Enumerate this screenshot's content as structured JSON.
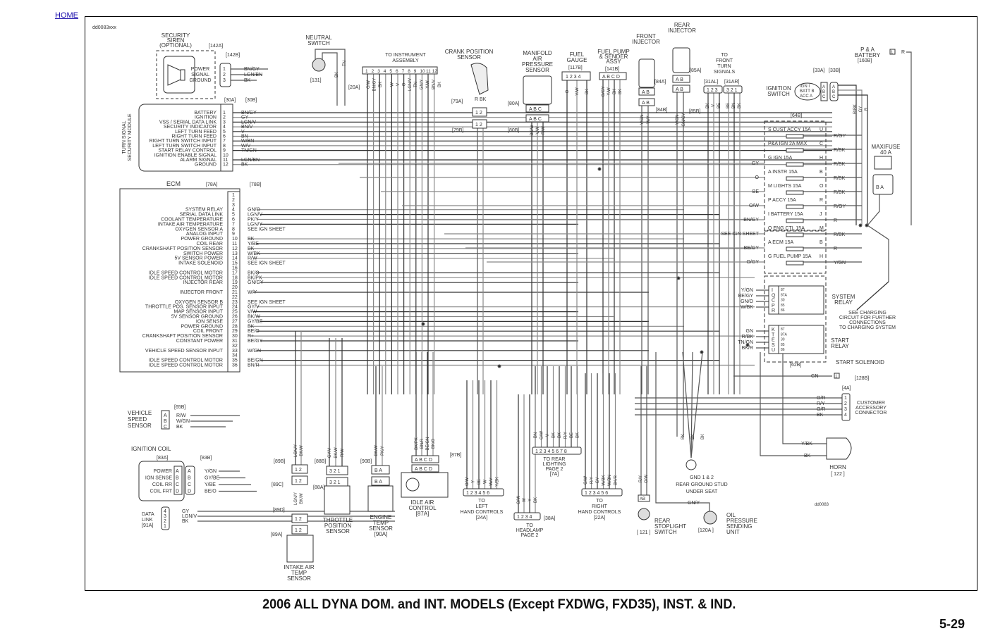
{
  "nav": {
    "home_link": "HOME"
  },
  "doc_id": "dd0083xxx",
  "doc_id_bottom": "dd0083",
  "footer": {
    "title": "2006 ALL DYNA DOM. and INT. MODELS (Except FXDWG, FXD35), INST. & IND.",
    "page_number": "5-29"
  },
  "security_siren": {
    "title": [
      "SECURITY",
      "SIREN",
      "(OPTIONAL)"
    ],
    "conn_a": "[142A]",
    "conn_b": "[142B]",
    "pins": [
      {
        "num": "1",
        "func": "POWER",
        "wire": "BN/GY"
      },
      {
        "num": "2",
        "func": "SIGNAL",
        "wire": "LGN/BN"
      },
      {
        "num": "3",
        "func": "GROUND",
        "wire": "BK"
      }
    ]
  },
  "tssm": {
    "title": [
      "TURN SIGNAL",
      "SECURITY MODULE"
    ],
    "conn_a": "[30A]",
    "conn_b": "[30B]",
    "pins": [
      {
        "num": "1",
        "func": "BATTERY",
        "wire": "BN/GY"
      },
      {
        "num": "2",
        "func": "IGNITION",
        "wire": "GY"
      },
      {
        "num": "3",
        "func": "VSS / SERIAL DATA LINK",
        "wire": "LGN/V"
      },
      {
        "num": "4",
        "func": "SECURITY INDICATOR",
        "wire": "BN/V"
      },
      {
        "num": "5",
        "func": "LEFT TURN FEED",
        "wire": "V"
      },
      {
        "num": "6",
        "func": "RIGHT TURN FEED",
        "wire": "BN"
      },
      {
        "num": "7",
        "func": "RIGHT TURN SWITCH INPUT",
        "wire": "W/BN"
      },
      {
        "num": "8",
        "func": "LEFT TURN SWITCH INPUT",
        "wire": "W/V"
      },
      {
        "num": "9",
        "func": "START RELAY CONTROL",
        "wire": "TN/GN"
      },
      {
        "num": "10",
        "func": "IGNITION ENABLE SIGNAL",
        "wire": ""
      },
      {
        "num": "11",
        "func": "ALARM SIGNAL",
        "wire": "LGN/BN"
      },
      {
        "num": "12",
        "func": "GROUND",
        "wire": "BK"
      }
    ]
  },
  "ecm": {
    "title": "ECM",
    "conn_a": "[78A]",
    "conn_b": "[78B]",
    "pins": [
      {
        "num": "1",
        "func": "",
        "wire": ""
      },
      {
        "num": "2",
        "func": "",
        "wire": ""
      },
      {
        "num": "3",
        "func": "",
        "wire": ""
      },
      {
        "num": "4",
        "func": "SYSTEM RELAY",
        "wire": "GN/O"
      },
      {
        "num": "5",
        "func": "SERIAL DATA LINK",
        "wire": "LGN/V"
      },
      {
        "num": "6",
        "func": "COOLANT TEMPERATURE",
        "wire": "PK/Y"
      },
      {
        "num": "7",
        "func": "INTAKE AIR TEMPERATURE",
        "wire": "LGN/Y"
      },
      {
        "num": "8",
        "func": "OXYGEN SENSOR A",
        "wire": "SEE IGN SHEET"
      },
      {
        "num": "9",
        "func": "ANALOG INPUT",
        "wire": ""
      },
      {
        "num": "10",
        "func": "POWER GROUND",
        "wire": "BK"
      },
      {
        "num": "11",
        "func": "COIL REAR",
        "wire": "Y/BE"
      },
      {
        "num": "12",
        "func": "CRANKSHAFT POSITION SENSOR",
        "wire": "BK"
      },
      {
        "num": "13",
        "func": "SWITCH POWER",
        "wire": "W/BK"
      },
      {
        "num": "14",
        "func": "5V SENSOR POWER",
        "wire": "R/W"
      },
      {
        "num": "15",
        "func": "INTAKE SOLENOID",
        "wire": "SEE IGN SHEET"
      },
      {
        "num": "16",
        "func": "",
        "wire": ""
      },
      {
        "num": "17",
        "func": "IDLE SPEED CONTROL MOTOR",
        "wire": "BK/O"
      },
      {
        "num": "18",
        "func": "IDLE SPEED CONTROL MOTOR",
        "wire": "BK/PK"
      },
      {
        "num": "19",
        "func": "INJECTOR REAR",
        "wire": "GN/GY"
      },
      {
        "num": "20",
        "func": "",
        "wire": ""
      },
      {
        "num": "21",
        "func": "INJECTOR FRONT",
        "wire": "W/Y"
      },
      {
        "num": "22",
        "func": "",
        "wire": ""
      },
      {
        "num": "23",
        "func": "OXYGEN SENSOR B",
        "wire": "SEE IGN SHEET"
      },
      {
        "num": "24",
        "func": "THROTTLE POS. SENSOR INPUT",
        "wire": "GY/V"
      },
      {
        "num": "25",
        "func": "MAP SENSOR INPUT",
        "wire": "V/W"
      },
      {
        "num": "26",
        "func": "5V SENSOR GROUND",
        "wire": "BK/W"
      },
      {
        "num": "27",
        "func": "ION SENSE",
        "wire": "GY/BE"
      },
      {
        "num": "28",
        "func": "POWER GROUND",
        "wire": "BK"
      },
      {
        "num": "29",
        "func": "COIL FRONT",
        "wire": "BE/O"
      },
      {
        "num": "30",
        "func": "CRANKSHAFT POSITION SENSOR",
        "wire": "R+"
      },
      {
        "num": "31",
        "func": "CONSTANT POWER",
        "wire": "BE/GY"
      },
      {
        "num": "32",
        "func": "",
        "wire": ""
      },
      {
        "num": "33",
        "func": "VEHICLE SPEED SENSOR INPUT",
        "wire": "W/GN"
      },
      {
        "num": "34",
        "func": "",
        "wire": ""
      },
      {
        "num": "35",
        "func": "IDLE SPEED CONTROL MOTOR",
        "wire": "BE/GN"
      },
      {
        "num": "36",
        "func": "IDLE SPEED CONTROL MOTOR",
        "wire": "BN/R"
      }
    ]
  },
  "vss": {
    "title": [
      "VEHICLE",
      "SPEED",
      "SENSOR"
    ],
    "conn": "[65B]",
    "pins": [
      {
        "num": "A",
        "wire": "R/W"
      },
      {
        "num": "B",
        "wire": "W/GN"
      },
      {
        "num": "C",
        "wire": "BK"
      }
    ]
  },
  "ignition_coil": {
    "title": "IGNITION COIL",
    "conn_a": "[83A]",
    "conn_b": "[83B]",
    "pins": [
      {
        "num": "A",
        "func": "POWER",
        "wire": "Y/GN"
      },
      {
        "num": "B",
        "func": "ION SENSE",
        "wire": "GY/BE"
      },
      {
        "num": "C",
        "func": "COIL RR",
        "wire": "Y/BE"
      },
      {
        "num": "D",
        "func": "COIL FRT",
        "wire": "BE/O"
      }
    ]
  },
  "data_link": {
    "title": [
      "DATA",
      "LINK",
      "[91A]"
    ],
    "pins": [
      {
        "num": "4",
        "wire": "GY"
      },
      {
        "num": "3",
        "wire": "LGN/V"
      },
      {
        "num": "2",
        "wire": "BK"
      },
      {
        "num": "1",
        "wire": ""
      }
    ]
  },
  "neutral_switch": {
    "title": [
      "NEUTRAL",
      "SWITCH"
    ],
    "ref": "[131]",
    "wires": [
      "TN",
      "BK"
    ]
  },
  "instrument": {
    "title": [
      "TO INSTRUMENT",
      "ASSEMBLY"
    ],
    "conn": "[20A]",
    "pins": [
      "1",
      "2",
      "3",
      "4",
      "5",
      "6",
      "7",
      "8",
      "9",
      "10",
      "11",
      "12"
    ],
    "wires": [
      "O/W",
      "BN/GY",
      "BK",
      "",
      "W",
      "V",
      "O",
      "LGN/V",
      "TN",
      "GN/Y",
      "Y/W",
      "BN/V",
      "BK"
    ]
  },
  "crank_sensor": {
    "title": [
      "CRANK POSITION",
      "SENSOR"
    ],
    "conn_a": "[79A]",
    "conn_b": "[79B]",
    "pins": [
      "1",
      "2"
    ],
    "wires": [
      "R",
      "BK"
    ]
  },
  "map_sensor": {
    "title": [
      "MANIFOLD",
      "AIR",
      "PRESSURE",
      "SENSOR"
    ],
    "conn_a": "[80A]",
    "conn_b": "[80B]",
    "pins": [
      "A",
      "B",
      "C"
    ],
    "wires": [
      "BK/W",
      "V/W",
      "R/W"
    ]
  },
  "fuel_gauge": {
    "title": [
      "FUEL",
      "GAUGE"
    ],
    "conn": "[117B]",
    "pins": [
      "1",
      "2",
      "3",
      "4"
    ],
    "wires": [
      "O",
      "V/W",
      "BK"
    ]
  },
  "fuel_pump": {
    "title": [
      "FUEL PUMP",
      "& SENDER",
      "ASSY"
    ],
    "conn": "[141B]",
    "pins": [
      "A",
      "B",
      "C",
      "D"
    ],
    "wires": [
      "O/GY",
      "Y/W",
      "BK",
      "BK"
    ]
  },
  "front_injector": {
    "title": [
      "FRONT",
      "INJECTOR"
    ],
    "conn_a": "[84A]",
    "conn_b": "[84B]",
    "pins": [
      "A",
      "B"
    ],
    "wires": [
      "Y/GN",
      "W/Y"
    ]
  },
  "rear_injector": {
    "title": [
      "REAR",
      "INJECTOR"
    ],
    "conn_a": "[85A]",
    "conn_b": "[85B]",
    "pins": [
      "A",
      "B"
    ],
    "wires": [
      "Y/GN",
      "GN/GY"
    ]
  },
  "front_turn": {
    "title": [
      "TO",
      "FRONT",
      "TURN",
      "SIGNALS"
    ],
    "conn_l": "[31AL]",
    "conn_r": "[31AR]",
    "pins_l": [
      "1",
      "2",
      "3"
    ],
    "pins_r": [
      "3",
      "2",
      "1"
    ],
    "wires": [
      "BK",
      "V",
      "BE",
      "BE",
      "BN",
      "BK"
    ]
  },
  "ignition_switch": {
    "title": [
      "IGNITION",
      "SWITCH"
    ],
    "conn_a": "[33A]",
    "conn_b": "[33B]",
    "labels": [
      "IGN I",
      "BATT B",
      "ACC A"
    ],
    "pins": [
      "A",
      "B",
      "C"
    ],
    "wires": [
      "R/BK",
      "GY",
      "R"
    ]
  },
  "pa_battery": {
    "title": [
      "P & A",
      "BATTERY"
    ],
    "conn": "[160B]",
    "pin": "1",
    "wire": "R"
  },
  "fuse_block": {
    "conn": "[64B]",
    "fuses": [
      {
        "in": "S",
        "name": "CUST ACCY",
        "rating": "15A",
        "out": "U",
        "wire_in": "",
        "wire_out": "R/GY"
      },
      {
        "in": "",
        "name": "P&A IGN",
        "rating": "2A MAX",
        "out": "C",
        "wire_in": "",
        "wire_out": "R/BK"
      },
      {
        "in": "G",
        "name": "IGN",
        "rating": "15A",
        "out": "H",
        "wire_in": "GY",
        "wire_out": "R/BK"
      },
      {
        "in": "A",
        "name": "INSTR",
        "rating": "15A",
        "out": "B",
        "wire_in": "O",
        "wire_out": "R/BK"
      },
      {
        "in": "M",
        "name": "LIGHTS",
        "rating": "15A",
        "out": "O",
        "wire_in": "BE",
        "wire_out": "R/BK"
      },
      {
        "in": "P",
        "name": "ACCY",
        "rating": "15A",
        "out": "R",
        "wire_in": "O/W",
        "wire_out": "R/GY"
      },
      {
        "in": "I",
        "name": "BATTERY",
        "rating": "15A",
        "out": "J",
        "wire_in": "BN/GY",
        "wire_out": "R"
      },
      {
        "in": "O",
        "name": "ENG CTL",
        "rating": "15A",
        "out": "M",
        "wire_in": "SEE IGN SHEET",
        "wire_out": "R/BK"
      },
      {
        "in": "A",
        "name": "ECM",
        "rating": "15A",
        "out": "B",
        "wire_in": "BE/GY",
        "wire_out": "R"
      },
      {
        "in": "G",
        "name": "FUEL PUMP",
        "rating": "15A",
        "out": "H",
        "wire_in": "O/GY",
        "wire_out": "Y/GN"
      }
    ]
  },
  "maxifuse": {
    "title": [
      "MAXIFUSE",
      "40 A"
    ],
    "pins": [
      "B",
      "A"
    ],
    "wire": "R"
  },
  "system_relay": {
    "title": [
      "SYSTEM",
      "RELAY"
    ],
    "pins": [
      "I",
      "Q",
      "C",
      "P",
      "R"
    ],
    "terms": [
      "87",
      "87A",
      "30",
      "85",
      "86"
    ],
    "wires": [
      "Y/GN",
      "BE/GY",
      "GN/O",
      "W/BK"
    ]
  },
  "start_relay": {
    "title": [
      "START",
      "RELAY"
    ],
    "pins": [
      "K",
      "T",
      "E",
      "S",
      "U"
    ],
    "terms": [
      "87",
      "87A",
      "30",
      "85",
      "86"
    ],
    "wires": [
      "GN",
      "R/BK",
      "TN/GN",
      "BK/R"
    ],
    "conn": "[62B]"
  },
  "charging_note": [
    "SEE CHARGING",
    "CIRCUIT FOR FURTHER",
    "CONNECTIONS",
    "TO CHARGING SYSTEM"
  ],
  "start_solenoid": {
    "title": "START SOLENOID",
    "conn": "[128B]",
    "pin": "1",
    "wire": "GN"
  },
  "customer_accessory": {
    "title": [
      "CUSTOMER",
      "ACCESSORY",
      "CONNECTOR"
    ],
    "conn": "[4A]",
    "pins": [
      "1",
      "2",
      "3",
      "4"
    ],
    "wires": [
      "O/R",
      "R/Y",
      "O/R",
      "BK"
    ]
  },
  "horn": {
    "title": "HORN",
    "ref": "[ 122 ]",
    "wires": [
      "Y/BK",
      "BK"
    ]
  },
  "ground_stud": {
    "title": [
      "GND 1 & 2",
      "REAR GROUND STUD",
      "UNDER SEAT"
    ],
    "wires": [
      "BK",
      "BK",
      "BK"
    ]
  },
  "oil_pressure": {
    "title": [
      "OIL",
      "PRESSURE",
      "SENDING",
      "UNIT"
    ],
    "ref": "[120A ]",
    "wire": "GN/Y"
  },
  "stoplight_switch": {
    "title": [
      "REAR",
      "STOPLIGHT",
      "SWITCH"
    ],
    "ref": "[ 121 ]",
    "pins": [
      "A",
      "B"
    ],
    "wires": [
      "R/Y",
      "O/W"
    ]
  },
  "rear_lighting": {
    "title": [
      "TO REAR",
      "LIGHTING",
      "PAGE 2",
      "[7A]"
    ],
    "pins": [
      "1",
      "2",
      "3",
      "4",
      "5",
      "6",
      "7",
      "8"
    ],
    "wires": [
      "BN",
      "O/W",
      "V",
      "BK",
      "BK",
      "R/Y",
      "BE",
      "BK"
    ]
  },
  "left_controls": {
    "title": [
      "TO",
      "LEFT",
      "HAND CONTROLS",
      "[24A]"
    ],
    "pins": [
      "1",
      "2",
      "3",
      "4",
      "5",
      "6"
    ],
    "wires": [
      "O/W",
      "Y",
      "BE",
      "W",
      "W/V",
      "Y/BK"
    ]
  },
  "headlamp": {
    "title": [
      "TO",
      "HEADLAMP",
      "PAGE 2"
    ],
    "conn": "[38A]",
    "pins": [
      "1",
      "2",
      "3",
      "4"
    ],
    "wires": [
      "O/W",
      "W",
      "Y",
      "BK"
    ]
  },
  "right_controls": {
    "title": [
      "TO",
      "RIGHT",
      "HAND CONTROLS",
      "[22A]"
    ],
    "pins": [
      "1",
      "2",
      "3",
      "4",
      "5",
      "6"
    ],
    "wires": [
      "O/W",
      "R/Y",
      "GY",
      "W/BK",
      "W/BN",
      "BK/R"
    ]
  },
  "iat_sensor": {
    "title": [
      "INTAKE AIR",
      "TEMP",
      "SENSOR"
    ],
    "conn": [
      "[89B]",
      "[89C]",
      "[89D]",
      "[89A]"
    ],
    "pins": [
      "1",
      "2"
    ],
    "wires": [
      "LGN/Y",
      "BK/W"
    ]
  },
  "tps": {
    "title": [
      "THROTTLE",
      "POSITION",
      "SENSOR"
    ],
    "conn_a": "[88B]",
    "conn_b": "[88A]",
    "pins": [
      "3",
      "2",
      "1"
    ],
    "wires": [
      "GY/V",
      "BK/W",
      "R/W"
    ]
  },
  "ect": {
    "title": [
      "ENGINE",
      "TEMP",
      "SENSOR",
      "[90A]"
    ],
    "conn": "[90B]",
    "pins": [
      "B",
      "A"
    ],
    "wires": [
      "BK/W",
      "PK/Y"
    ]
  },
  "iac": {
    "title": [
      "IDLE AIR",
      "CONTROL",
      "[87A]"
    ],
    "conn": "[87B]",
    "pins": [
      "A",
      "B",
      "C",
      "D"
    ],
    "wires": [
      "BK/PK",
      "BN/R",
      "BE/GN",
      "BK/O"
    ]
  }
}
